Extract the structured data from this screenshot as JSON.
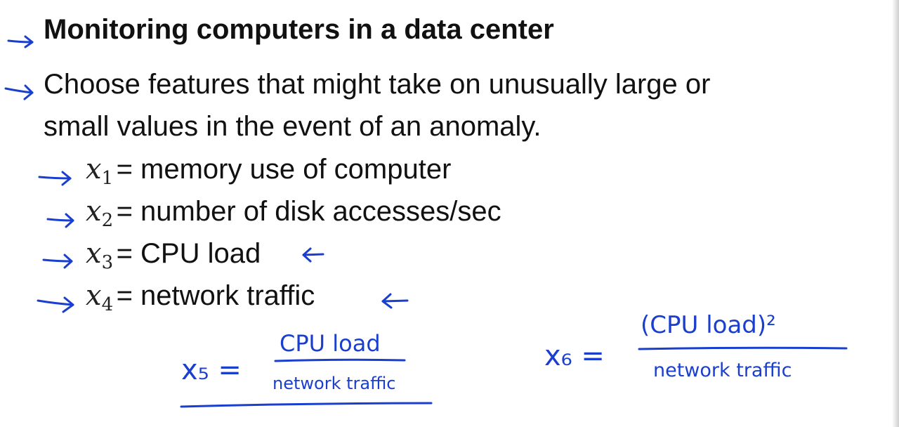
{
  "slide": {
    "title": "Monitoring computers in a data center",
    "intro_line1": "Choose features that might take on unusually large or",
    "intro_line2": "small values in the event of an anomaly.",
    "features": [
      {
        "var": "x",
        "sub": "1",
        "text": "= memory use of computer"
      },
      {
        "var": "x",
        "sub": "2",
        "text": "= number of disk accesses/sec"
      },
      {
        "var": "x",
        "sub": "3",
        "text": "= CPU load"
      },
      {
        "var": "x",
        "sub": "4",
        "text": "= network traffic"
      }
    ]
  },
  "handwriting": {
    "ink_color": "#1a3fcf",
    "x5_label": "x₅ =",
    "x5_numerator": "CPU load",
    "x5_denominator": "network traffic",
    "x6_label": "x₆ =",
    "x6_numerator": "(CPU load)²",
    "x6_denominator": "network traffic"
  }
}
